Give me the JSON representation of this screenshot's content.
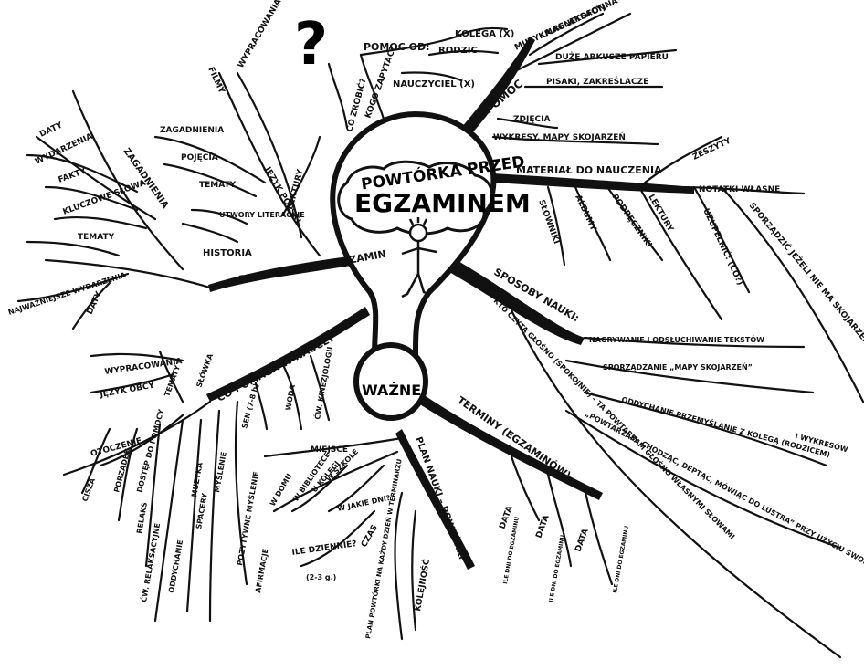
{
  "center": {
    "line1": "POWTÓRKA PRZED",
    "line2": "EGZAMINEM",
    "question_mark": "?"
  },
  "important": "WAŻNE",
  "branches": {
    "help": {
      "label": "POMOC",
      "items": [
        "MUZYKA RELAKSACYJNA",
        "MAGNETOFON",
        "DUŻE ARKUSZE PAPIERU",
        "PISAKI, ZAKREŚLACZE"
      ]
    },
    "asking": {
      "label": "POMOC OD:",
      "items": [
        "KOLEGA (X)",
        "RODZIC",
        "NAUCZYCIEL (X)"
      ],
      "question": "KOGO ZAPYTAĆ?",
      "also": "CO ZROBIĆ?"
    },
    "material": {
      "label": "MATERIAŁ DO NAUCZENIA",
      "items": [
        "ZESZYTY",
        "NOTATKI WŁASNE",
        "SŁOWNIKI",
        "ALBUMY",
        "PODRĘCZNIKI",
        "LEKTURY",
        "UZUPEŁNIĆ: (CO?)",
        "SPORZĄDZIĆ JEŻELI NIE MA SKOJARZEŃ",
        "ZDJĘCIA",
        "WYKRESY, MAPY SKOJARZEŃ"
      ]
    },
    "methods": {
      "label": "SPOSOBY NAUKI:",
      "items": [
        "NAGRYWANIE I ODSŁUCHIWANIE TEKSTÓW",
        "SPORZĄDZANIE „MAPY SKOJARZEŃ”",
        "ODDYCHANIE PRZEMYŚLANIE Z KOLEGĄ (RODZICEM)",
        "I WYKRESÓW",
        "„POWTARZAM: CHODZĄC, DEPTĄC, MÓWIĄC DO LUSTRA” PRZY UŻYCIU SWOICH SŁÓW",
        "KTO CZYTA GŁOŚNO (SPOKOJNIE) – TA POWTARZAM GŁOŚNO WŁASNYMI SŁOWAMI"
      ]
    },
    "subjects": {
      "label": "PRZEDMIOTY NA EGZAMIN",
      "history": "HISTORIA",
      "history_items": [
        "ZAGADNIENIA",
        "DATY",
        "WYDARZENIA",
        "FAKTY",
        "KLUCZOWE SŁOWA",
        "TEMATY",
        "NAJWAŻNIEJSZE WYDARZENIA",
        "DATY"
      ],
      "polish": "JĘZYK POLSKI",
      "polish_items": [
        "FILMY",
        "WYPRACOWANIA",
        "LEKTURY",
        "ZAGADNIENIA",
        "POJĘCIA",
        "TEMATY",
        "UTWORY LITERACKIE"
      ]
    },
    "helps_learning": {
      "label": "CO POMAGA W NAUCE?",
      "items": [
        "SEN (7-8 h)",
        "WODA",
        "ĆW. KINEZJOLOGII",
        "OTOCZENIE",
        "CISZA",
        "PORZĄDEK",
        "DOSTĘP DO POMOCY",
        "RELAKS",
        "ĆW. RELAKSACYJNE",
        "ODDYCHANIE",
        "SPACERY",
        "MUZYKA",
        "MYŚLENIE",
        "POZYTYWNE MYŚLENIE",
        "AFIRMACJE",
        "JĘZYK OBCY",
        "WYPRACOWANIA",
        "TEMATY",
        "SŁÓWKA"
      ]
    },
    "plan": {
      "label": "PLAN NAUKI – POWTÓRKI",
      "items": [
        "MIEJSCE",
        "W DOMU",
        "W BIBLIOTECE",
        "U KOLEGI",
        "W SZKOLE",
        "W JAKIE DNI?",
        "CZAS",
        "ILE DZIENNIE?",
        "(2-3 g.)",
        "PLAN POWTÓRKI NA KAŻDY DZIEŃ W TERMINARZU",
        "KOLEJNOŚĆ"
      ]
    },
    "deadlines": {
      "label": "TERMINY (EGZAMINÓW)",
      "items": [
        "DATA",
        "DATA",
        "DATA",
        "ILE DNI DO EGZAMINU",
        "ILE DNI DO EGZAMINU",
        "ILE DNI DO EGZAMINU"
      ]
    }
  }
}
